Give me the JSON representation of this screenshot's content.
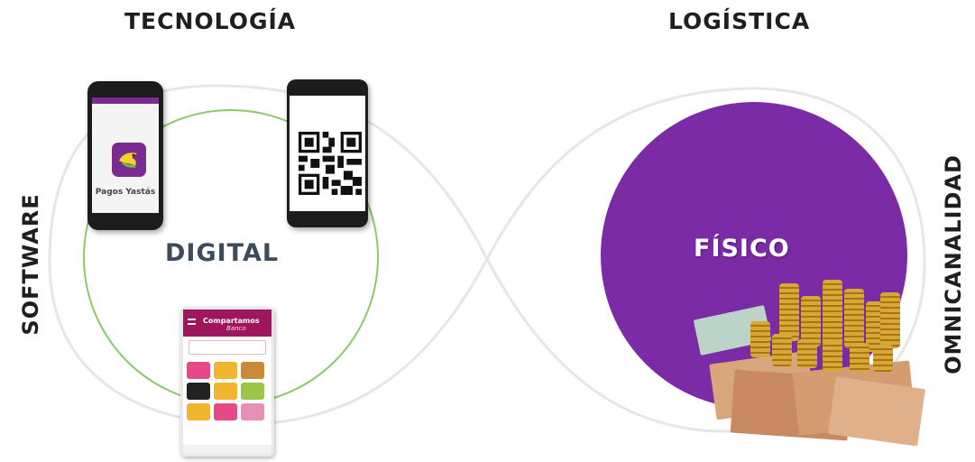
{
  "headers": {
    "left_top": "TECNOLOGÍA",
    "right_top": "LOGÍSTICA",
    "left_side": "SOFTWARE",
    "right_side": "OMNICANALIDAD"
  },
  "loops": {
    "left_label": "DIGITAL",
    "right_label": "FÍSICO"
  },
  "phones": {
    "pagos_app_name": "Pagos Yastás",
    "compartamos_title": "Compartamos",
    "compartamos_subtitle": "Banco"
  },
  "colors": {
    "green_ring": "#8cc96b",
    "purple_circle": "#7b2ba6",
    "label_dark": "#3d4b5c",
    "text_black": "#1f1f1f",
    "compartamos_magenta": "#a0165c"
  },
  "icons": [
    "hummingbird-logo-icon",
    "qr-code-icon",
    "coins-icon",
    "banknotes-icon"
  ]
}
